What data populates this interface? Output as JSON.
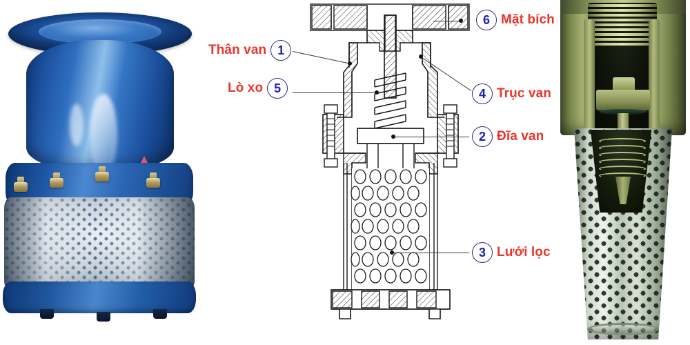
{
  "page": {
    "title": "Cấu tạo van một chiều (rọ bơm) - sơ đồ chú thích",
    "background_color": "#ffffff",
    "label_text_color": "#e8352a",
    "callout_number_color": "#1a23b5",
    "callout_ring_color": "#2b2f7a",
    "leader_color": "#3a3a3a"
  },
  "callouts": [
    {
      "number": "1",
      "label": "Thân van",
      "side": "left"
    },
    {
      "number": "5",
      "label": "Lò xo",
      "side": "left"
    },
    {
      "number": "6",
      "label": "Mặt bích",
      "side": "right"
    },
    {
      "number": "4",
      "label": "Trục van",
      "side": "right"
    },
    {
      "number": "2",
      "label": "Đĩa van",
      "side": "right"
    },
    {
      "number": "3",
      "label": "Lưới lọc",
      "side": "right"
    }
  ],
  "photo_left": {
    "name": "Van một chiều gang sơn xanh",
    "body_color": "#1b4f9c",
    "flange_color": "#245ba5",
    "strainer_color": "#c3ced6",
    "arrow_color": "#e0566b",
    "bolt_color": "#b49d62"
  },
  "drawing": {
    "name": "Bản vẽ mặt cắt van một chiều",
    "line_color": "#1a1a1a",
    "hatch_color": "#2a2a2a",
    "fill_color": "#ffffff"
  },
  "photo_right": {
    "name": "Rọ bơm đồng cắt đôi",
    "brass_color": "#8e9a5c",
    "strainer_color": "#cfd9cc",
    "bore_color": "#0d1109"
  }
}
